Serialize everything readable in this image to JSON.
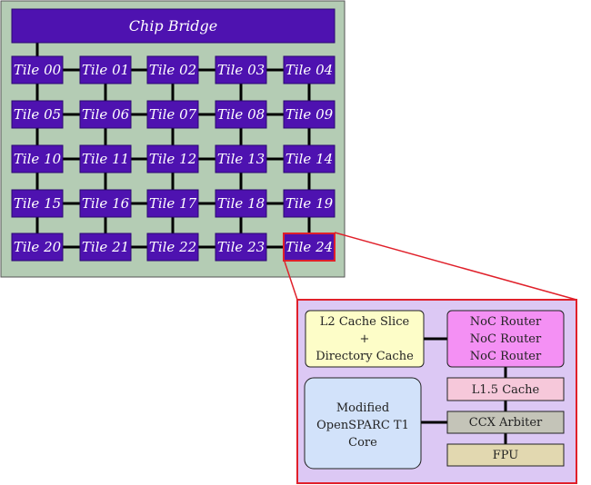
{
  "chip": {
    "bridge_label": "Chip Bridge",
    "tiles": [
      "Tile 00",
      "Tile 01",
      "Tile 02",
      "Tile 03",
      "Tile 04",
      "Tile 05",
      "Tile 06",
      "Tile 07",
      "Tile 08",
      "Tile 09",
      "Tile 10",
      "Tile 11",
      "Tile 12",
      "Tile 13",
      "Tile 14",
      "Tile 15",
      "Tile 16",
      "Tile 17",
      "Tile 18",
      "Tile 19",
      "Tile 20",
      "Tile 21",
      "Tile 22",
      "Tile 23",
      "Tile 24"
    ],
    "highlighted_tile": "Tile 24"
  },
  "tile_detail": {
    "l2_cache": [
      "L2 Cache Slice",
      "+",
      "Directory Cache"
    ],
    "noc_router": [
      "NoC Router",
      "NoC Router",
      "NoC Router"
    ],
    "l15_cache": "L1.5 Cache",
    "ccx_arbiter": "CCX Arbiter",
    "fpu": "FPU",
    "core": [
      "Modified",
      "OpenSPARC T1",
      "Core"
    ]
  },
  "colors": {
    "chip_background": "#b4ccb4",
    "tile_fill": "#4e12b0",
    "highlight": "#e0202a",
    "detail_background": "#dcc8f4",
    "l2_fill": "#fdfdc8",
    "noc_fill": "#f490f4",
    "l15_fill": "#f6c8da",
    "ccx_fill": "#c4c4b8",
    "fpu_fill": "#e2d8b0",
    "core_fill": "#d2e2fa"
  }
}
